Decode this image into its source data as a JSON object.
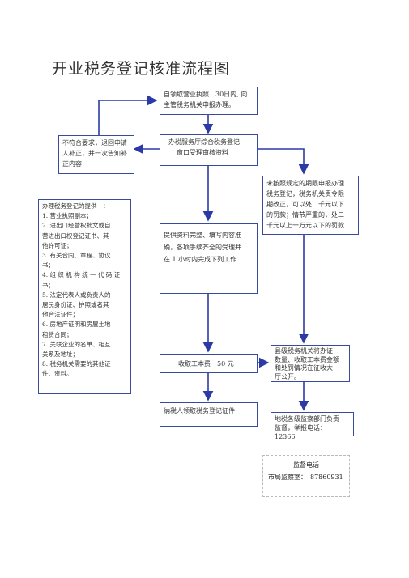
{
  "title": "开业税务登记核准流程图",
  "boxes": {
    "start": [
      "自领取营业执照　30日内, 向",
      "主管税务机关申报办理。"
    ],
    "reject": [
      "不符合要求，退回申请",
      "人补正，并一次告知补",
      "正内容"
    ],
    "office": [
      "办税服务厅综合税务登记",
      "窗口受理审核资料"
    ],
    "penalty": [
      "未按照规定的期限申报办理",
      "税务登记，税务机关责令限",
      "期改正，可以处二千元以下",
      "的罚款；情节严重的，处二",
      "千元以上一万元以下的罚款"
    ],
    "docs": [
      "办理税务登记的提供　：",
      "1. 营业执照副本；",
      "2. 进出口经营权批文或自",
      "营进出口权登记证书、其",
      "他许可证；",
      "3. 有关合同、章程、协议",
      "书；",
      "4. 组 织 机 构 统 一 代 码 证",
      "书；",
      "5. 法定代表人或负责人的",
      "居民身份证、护照或者其",
      "他合法证件；",
      "6. 房地产证明和房屋土地",
      "租赁合同；",
      "7. 关联企业的名单、相互",
      "关系及地址；",
      "8. 税务机关需要的其他证",
      "件、资料。"
    ],
    "provide": [
      "提供资料完整、填写内容准",
      "确，各项手续齐全的受理并",
      "在 1 小时内完成下列工作"
    ],
    "fee": [
      "收取工本费　50 元"
    ],
    "publish": [
      "县级税务机关将办证",
      "数量、收取工本费金额",
      "和处罚情况在征收大",
      "厅公开。"
    ],
    "certificate": [
      "纳税人领取税务登记证件"
    ],
    "oversight": [
      "地税各级监察部门负责",
      "监督，举报电话：　12366"
    ]
  },
  "supervision": {
    "title": "监督电话",
    "line": "市局监察室：　87860931"
  },
  "colors": {
    "line": "#2c3aa8",
    "border": "#3a4a9a"
  }
}
